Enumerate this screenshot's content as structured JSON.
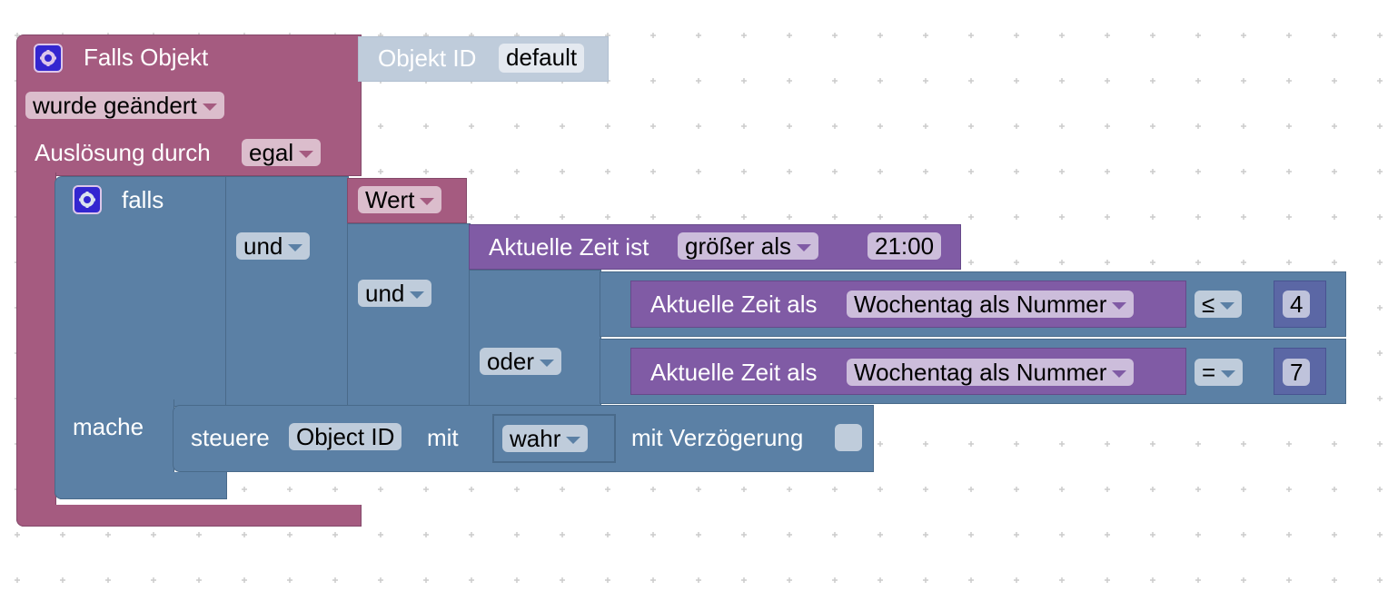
{
  "workspace": {
    "background": "#ffffff",
    "grid_color": "#cccccc"
  },
  "colors": {
    "event_block": "#a55b80",
    "logic_block": "#5b80a5",
    "time_block": "#805ba5",
    "number_block": "#5b67a5",
    "shadow_block": "#bfccdb"
  },
  "event_block": {
    "icon": "gear-icon",
    "title": "Falls Objekt",
    "trigger_dropdown": "wurde geändert",
    "trigger_by_label": "Auslösung durch",
    "trigger_by_dropdown": "egal",
    "object_input": {
      "label": "Objekt ID",
      "value": "default"
    },
    "do_bottom": ""
  },
  "if_block": {
    "icon": "gear-icon",
    "label": "falls",
    "do_label": "mache",
    "condition": {
      "op1": "und",
      "value_block": {
        "dropdown": "Wert"
      },
      "op2": "und",
      "time_compare": {
        "label": "Aktuelle Zeit ist",
        "dropdown": "größer als",
        "value": "21:00"
      },
      "op3": "oder",
      "weekday_compare_1": {
        "label": "Aktuelle Zeit als",
        "dropdown": "Wochentag als Nummer",
        "operator": "≤",
        "value": "4"
      },
      "weekday_compare_2": {
        "label": "Aktuelle Zeit als",
        "dropdown": "Wochentag als Nummer",
        "operator": "=",
        "value": "7"
      }
    },
    "action": {
      "label": "steuere",
      "object": "Object ID",
      "with_label": "mit",
      "value_dropdown": "wahr",
      "delay_label": "mit Verzögerung",
      "delay_checked": false
    }
  }
}
